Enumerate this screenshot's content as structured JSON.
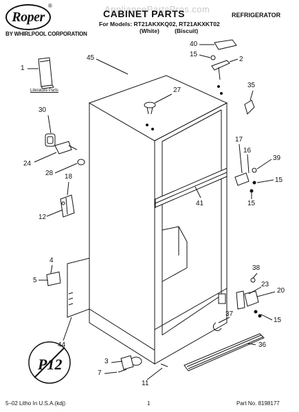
{
  "header": {
    "brand": "Roper",
    "trademark": "®",
    "corporation": "BY WHIRLPOOL CORPORATION",
    "watermark": "AppliancePartsPros.com",
    "title": "CABINET PARTS",
    "models_line": "For Models: RT21AKXKQ02, RT21AKXKT02",
    "variants_line": "(White) (Biscuit)",
    "category": "REFRIGERATOR"
  },
  "literature_label": "Literature Parts",
  "part_labels": [
    {
      "id": "p1",
      "text": "1"
    },
    {
      "id": "p45",
      "text": "45"
    },
    {
      "id": "p40",
      "text": "40"
    },
    {
      "id": "p15a",
      "text": "15"
    },
    {
      "id": "p2",
      "text": "2"
    },
    {
      "id": "p35",
      "text": "35"
    },
    {
      "id": "p27",
      "text": "27"
    },
    {
      "id": "p30",
      "text": "30"
    },
    {
      "id": "p24",
      "text": "24"
    },
    {
      "id": "p28",
      "text": "28"
    },
    {
      "id": "p18",
      "text": "18"
    },
    {
      "id": "p12",
      "text": "12"
    },
    {
      "id": "p17",
      "text": "17"
    },
    {
      "id": "p16",
      "text": "16"
    },
    {
      "id": "p39",
      "text": "39"
    },
    {
      "id": "p15b",
      "text": "15"
    },
    {
      "id": "p15c",
      "text": "15"
    },
    {
      "id": "p41",
      "text": "41"
    },
    {
      "id": "p4",
      "text": "4"
    },
    {
      "id": "p5",
      "text": "5"
    },
    {
      "id": "p38",
      "text": "38"
    },
    {
      "id": "p23",
      "text": "23"
    },
    {
      "id": "p20",
      "text": "20"
    },
    {
      "id": "p37",
      "text": "37"
    },
    {
      "id": "p15d",
      "text": "15"
    },
    {
      "id": "p44",
      "text": "44"
    },
    {
      "id": "p36",
      "text": "36"
    },
    {
      "id": "p3",
      "text": "3"
    },
    {
      "id": "p7",
      "text": "7"
    },
    {
      "id": "p11",
      "text": "11"
    }
  ],
  "footer": {
    "left": "5–02 Litho In U.S.A.(kdj)",
    "center": "1",
    "right": "Part No. 8198177"
  }
}
